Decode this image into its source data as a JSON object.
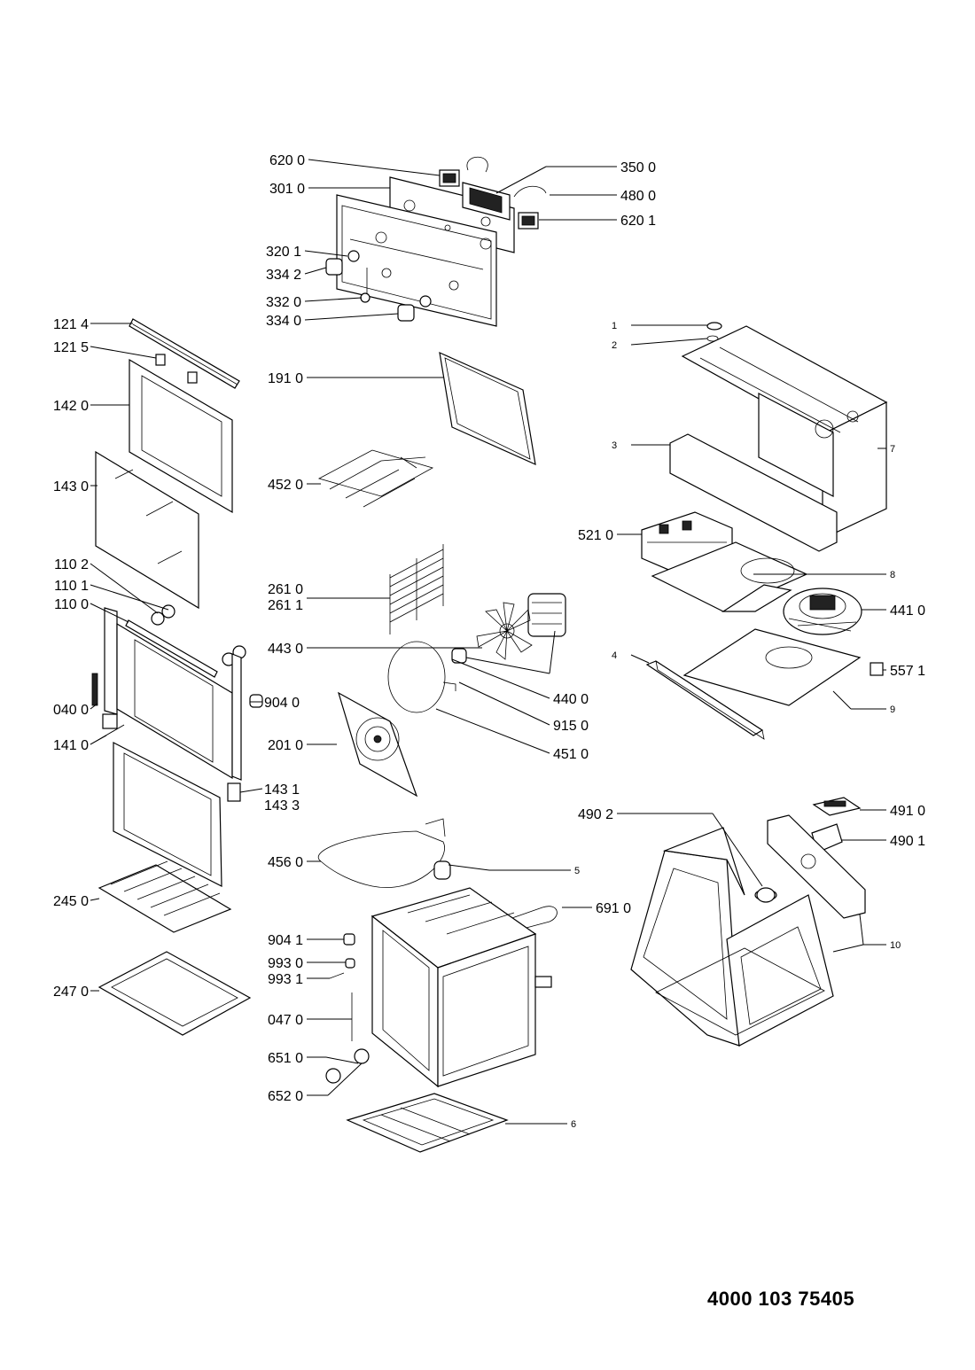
{
  "document_number": "4000 103 75405",
  "labels": {
    "l6200": "620 0",
    "l3010": "301 0",
    "l3500": "350 0",
    "l4800": "480 0",
    "l6201": "620 1",
    "l3201": "320 1",
    "l3342": "334 2",
    "l3320": "332 0",
    "l3340": "334 0",
    "l1214": "121 4",
    "l1215": "121 5",
    "l1420": "142 0",
    "l1430": "143 0",
    "l1102": "110 2",
    "l1101": "110 1",
    "l1100": "110 0",
    "l0400": "040 0",
    "l1410": "141 0",
    "l9040": "904 0",
    "l1431": "143 1",
    "l1433": "143 3",
    "l2450": "245 0",
    "l2470": "247 0",
    "l1910": "191 0",
    "l4520": "452 0",
    "l2610": "261 0",
    "l2611": "261 1",
    "l4430": "443 0",
    "l4400": "440 0",
    "l9150": "915 0",
    "l4510": "451 0",
    "l2010": "201 0",
    "l4560": "456 0",
    "l5": "5",
    "l6910": "691 0",
    "l9041": "904 1",
    "l9930": "993 0",
    "l9931": "993 1",
    "l0470": "047 0",
    "l6510": "651 0",
    "l6520": "652 0",
    "l6": "6",
    "l1": "1",
    "l2": "2",
    "l3": "3",
    "l7": "7",
    "l5210": "521 0",
    "l8": "8",
    "l4410": "441 0",
    "l4": "4",
    "l5571": "557 1",
    "l9": "9",
    "l4902": "490 2",
    "l4910": "491 0",
    "l4901": "490 1",
    "l10": "10"
  }
}
